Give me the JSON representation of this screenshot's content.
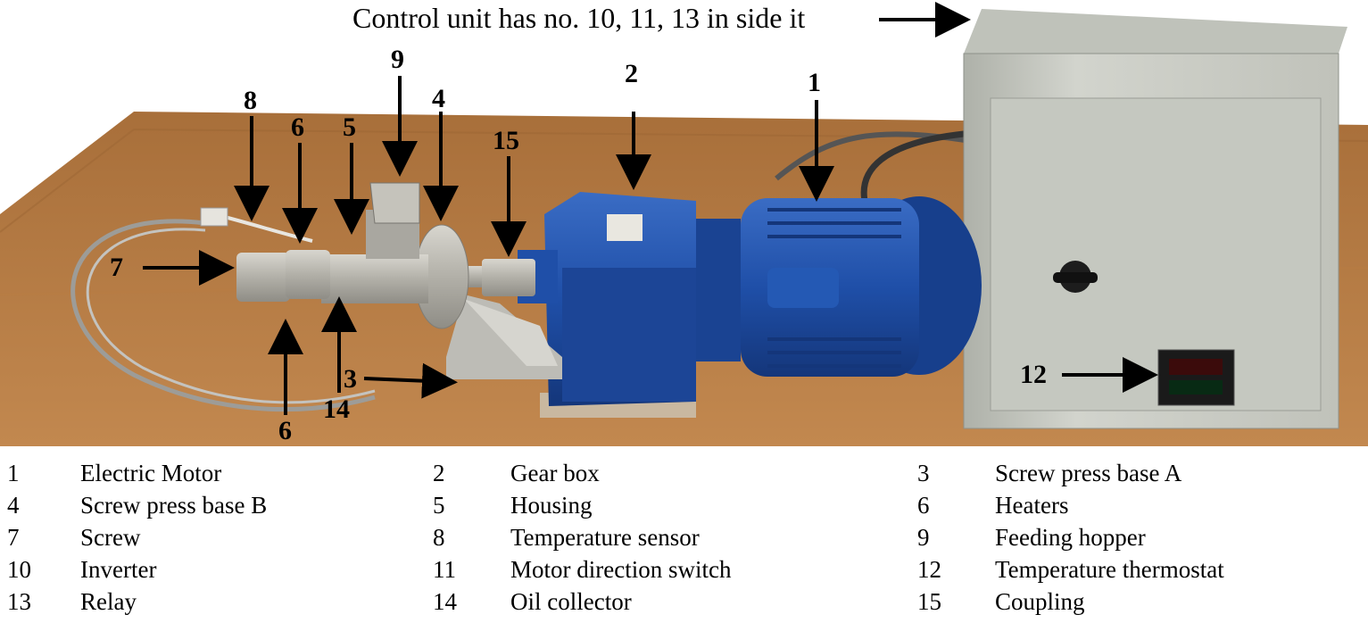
{
  "caption": "Control unit has no. 10, 11, 13 in side it",
  "callouts": [
    "1",
    "2",
    "3",
    "4",
    "5",
    "6",
    "6",
    "7",
    "8",
    "9",
    "12",
    "14",
    "15"
  ],
  "legend": [
    [
      {
        "num": "1",
        "label": "Electric Motor"
      },
      {
        "num": "2",
        "label": "Gear box"
      },
      {
        "num": "3",
        "label": "Screw press base A"
      }
    ],
    [
      {
        "num": "4",
        "label": "Screw press base B"
      },
      {
        "num": "5",
        "label": "Housing"
      },
      {
        "num": "6",
        "label": "Heaters"
      }
    ],
    [
      {
        "num": "7",
        "label": "Screw"
      },
      {
        "num": "8",
        "label": "Temperature sensor"
      },
      {
        "num": "9",
        "label": "Feeding hopper"
      }
    ],
    [
      {
        "num": "10",
        "label": "Inverter"
      },
      {
        "num": "11",
        "label": "Motor direction switch"
      },
      {
        "num": "12",
        "label": "Temperature thermostat"
      }
    ],
    [
      {
        "num": "13",
        "label": "Relay"
      },
      {
        "num": "14",
        "label": "Oil collector"
      },
      {
        "num": "15",
        "label": "Coupling"
      }
    ]
  ],
  "colors": {
    "table": "#b07a45",
    "motor_blue": "#1f4fa8",
    "control_box": "#c9ccc4",
    "steel": "#b9b8b2"
  }
}
